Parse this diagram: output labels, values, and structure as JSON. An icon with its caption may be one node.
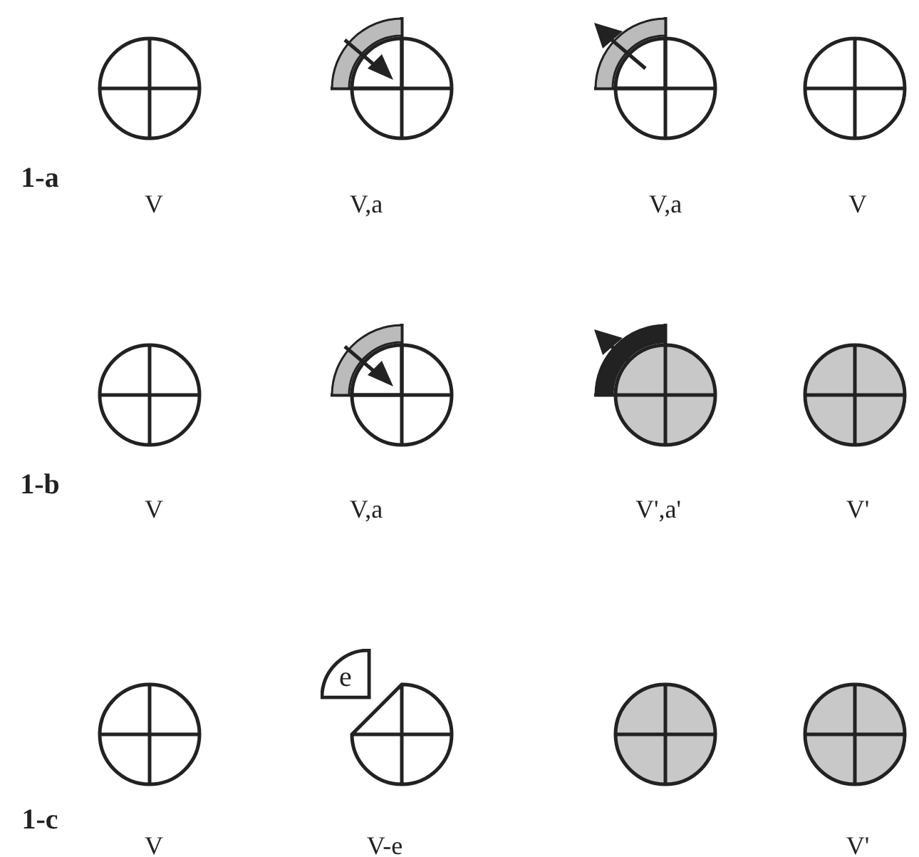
{
  "diagram": {
    "nodes": [
      {
        "text": [
          "e"
        ]
      }
    ],
    "labels": [
      "1-a",
      "V",
      "V,a",
      "V,a",
      "V",
      "1-b",
      "V",
      "V,a",
      "V',a'",
      "V'",
      "1-c",
      "V",
      "V-e",
      "V'"
    ]
  }
}
